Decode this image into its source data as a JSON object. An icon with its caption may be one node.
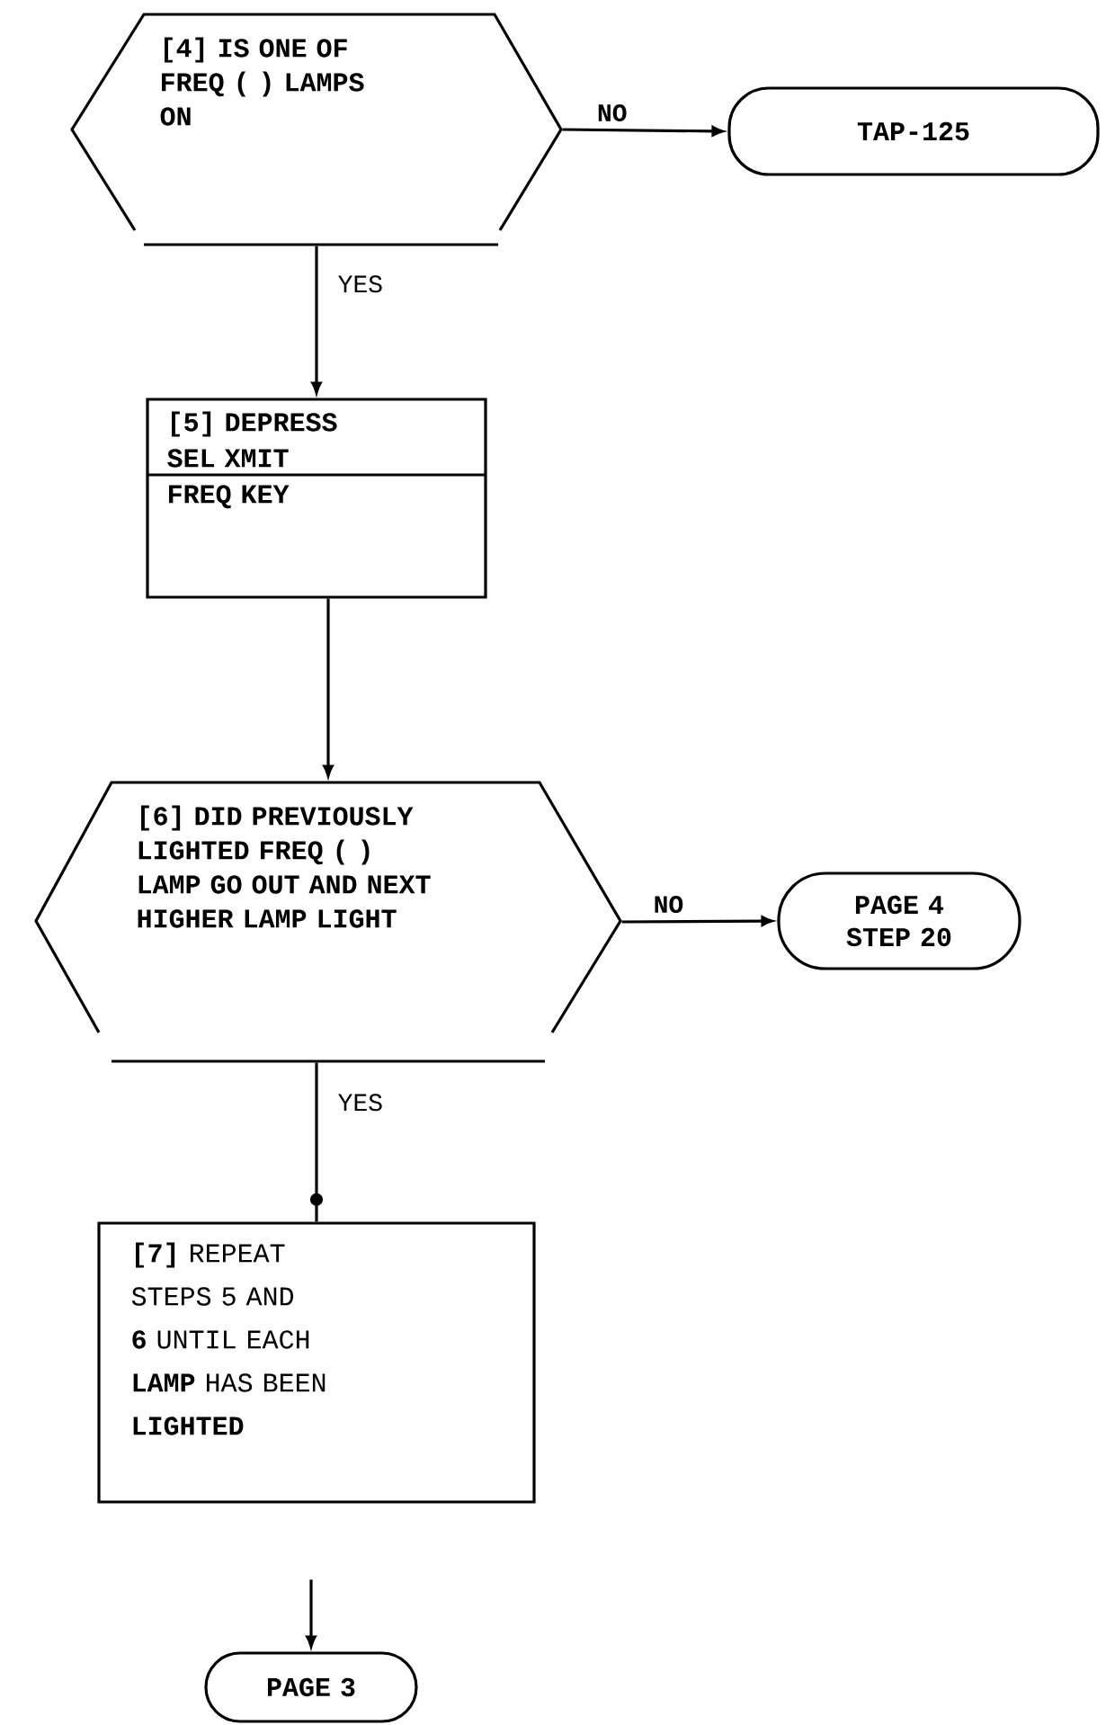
{
  "diagram": {
    "nodes": [
      {
        "text": [
          "[4] IS ONE OF FREQ ( ) LAMPS ON"
        ]
      },
      {
        "text": [
          "TAP-125"
        ]
      },
      {
        "text": [
          "[5] DEPRESS SEL XMIT FREQ KEY"
        ]
      },
      {
        "text": [
          "[6] DID PREVIOUSLY LIGHTED FREQ ( ) LAMP GO OUT AND NEXT HIGHER LAMP LIGHT"
        ]
      },
      {
        "text": [
          "PAGE 4 STEP 20"
        ]
      },
      {
        "text": [
          "**[7]** REPEAT STEPS 5 AND **6** UNTIL EACH **LAMP** HAS BEEN **LIGHTED**"
        ]
      },
      {
        "text": [
          "PAGE 3"
        ]
      }
    ],
    "edges": [
      {
        "from": 0,
        "to": 1,
        "arrow": "to",
        "label": "NO"
      },
      {
        "from": 0,
        "to": 2,
        "arrow": "to",
        "label": "YES"
      },
      {
        "from": 2,
        "to": 3,
        "arrow": "to"
      },
      {
        "from": 3,
        "to": 4,
        "arrow": "to",
        "label": "NO"
      },
      {
        "from": 3,
        "to": 5,
        "arrow": "none",
        "label": "YES"
      },
      {
        "from": null,
        "to": 6,
        "arrow": "to"
      }
    ]
  }
}
